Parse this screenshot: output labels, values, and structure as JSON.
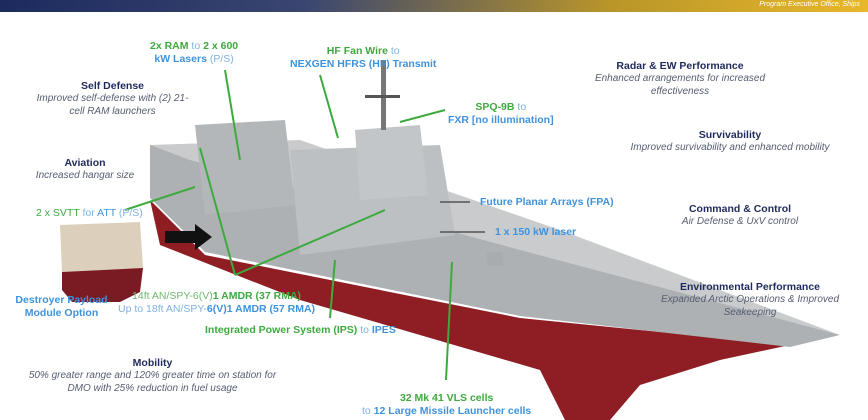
{
  "header": {
    "org": "Program Executive Office, Ships"
  },
  "colors": {
    "green": "#3daa3d",
    "blue": "#3f93dc",
    "navy": "#1f2a5c",
    "hull_red": "#8e1e24",
    "ship_gray": "#b9bcbf"
  },
  "callouts": {
    "ram": {
      "a": "2x RAM",
      "b": " to ",
      "c": "2 x 600",
      "d": "kW Lasers",
      "e": " (P/S)"
    },
    "hf": {
      "a": "HF Fan Wire",
      "b": " to",
      "c": "NEXGEN HFRS (HF) Transmit"
    },
    "spq": {
      "a": "SPQ-9B",
      "b": " to",
      "c": "FXR [no illumination]"
    },
    "svtt": {
      "a": "2 x SVTT",
      "b": " for ",
      "c": "ATT",
      "d": " (P/S)"
    },
    "fpa": "Future Planar Arrays (FPA)",
    "laser": "1 x 150 kW laser",
    "amdr": {
      "a": "14ft AN/SPY-6(V)",
      "b": "1 AMDR (37 RMA)",
      "c": "Up to 18ft AN/SPY-",
      "d": "6(V)1 AMDR (57 RMA)"
    },
    "ips": {
      "a": "Integrated Power System (IPS)",
      "b": " to ",
      "c": "IPES"
    },
    "vls": {
      "a": "32 Mk 41 VLS cells",
      "b": "to ",
      "c": "12 Large Missile Launcher cells"
    },
    "dpm": "Destroyer Payload Module Option"
  },
  "features": [
    {
      "title": "Self Defense",
      "desc": "Improved self-defense with (2) 21-cell RAM launchers"
    },
    {
      "title": "Aviation",
      "desc": "Increased hangar size"
    },
    {
      "title": "Mobility",
      "desc": "50% greater range and 120% greater time on station for DMO with 25% reduction in fuel usage"
    },
    {
      "title": "Radar & EW Performance",
      "desc": "Enhanced arrangements for increased effectiveness"
    },
    {
      "title": "Survivability",
      "desc": "Improved survivability and enhanced mobility"
    },
    {
      "title": "Command & Control",
      "desc": "Air Defense & UxV control"
    },
    {
      "title": "Environmental Performance",
      "desc": "Expanded Arctic Operations & Improved Seakeeping"
    }
  ]
}
